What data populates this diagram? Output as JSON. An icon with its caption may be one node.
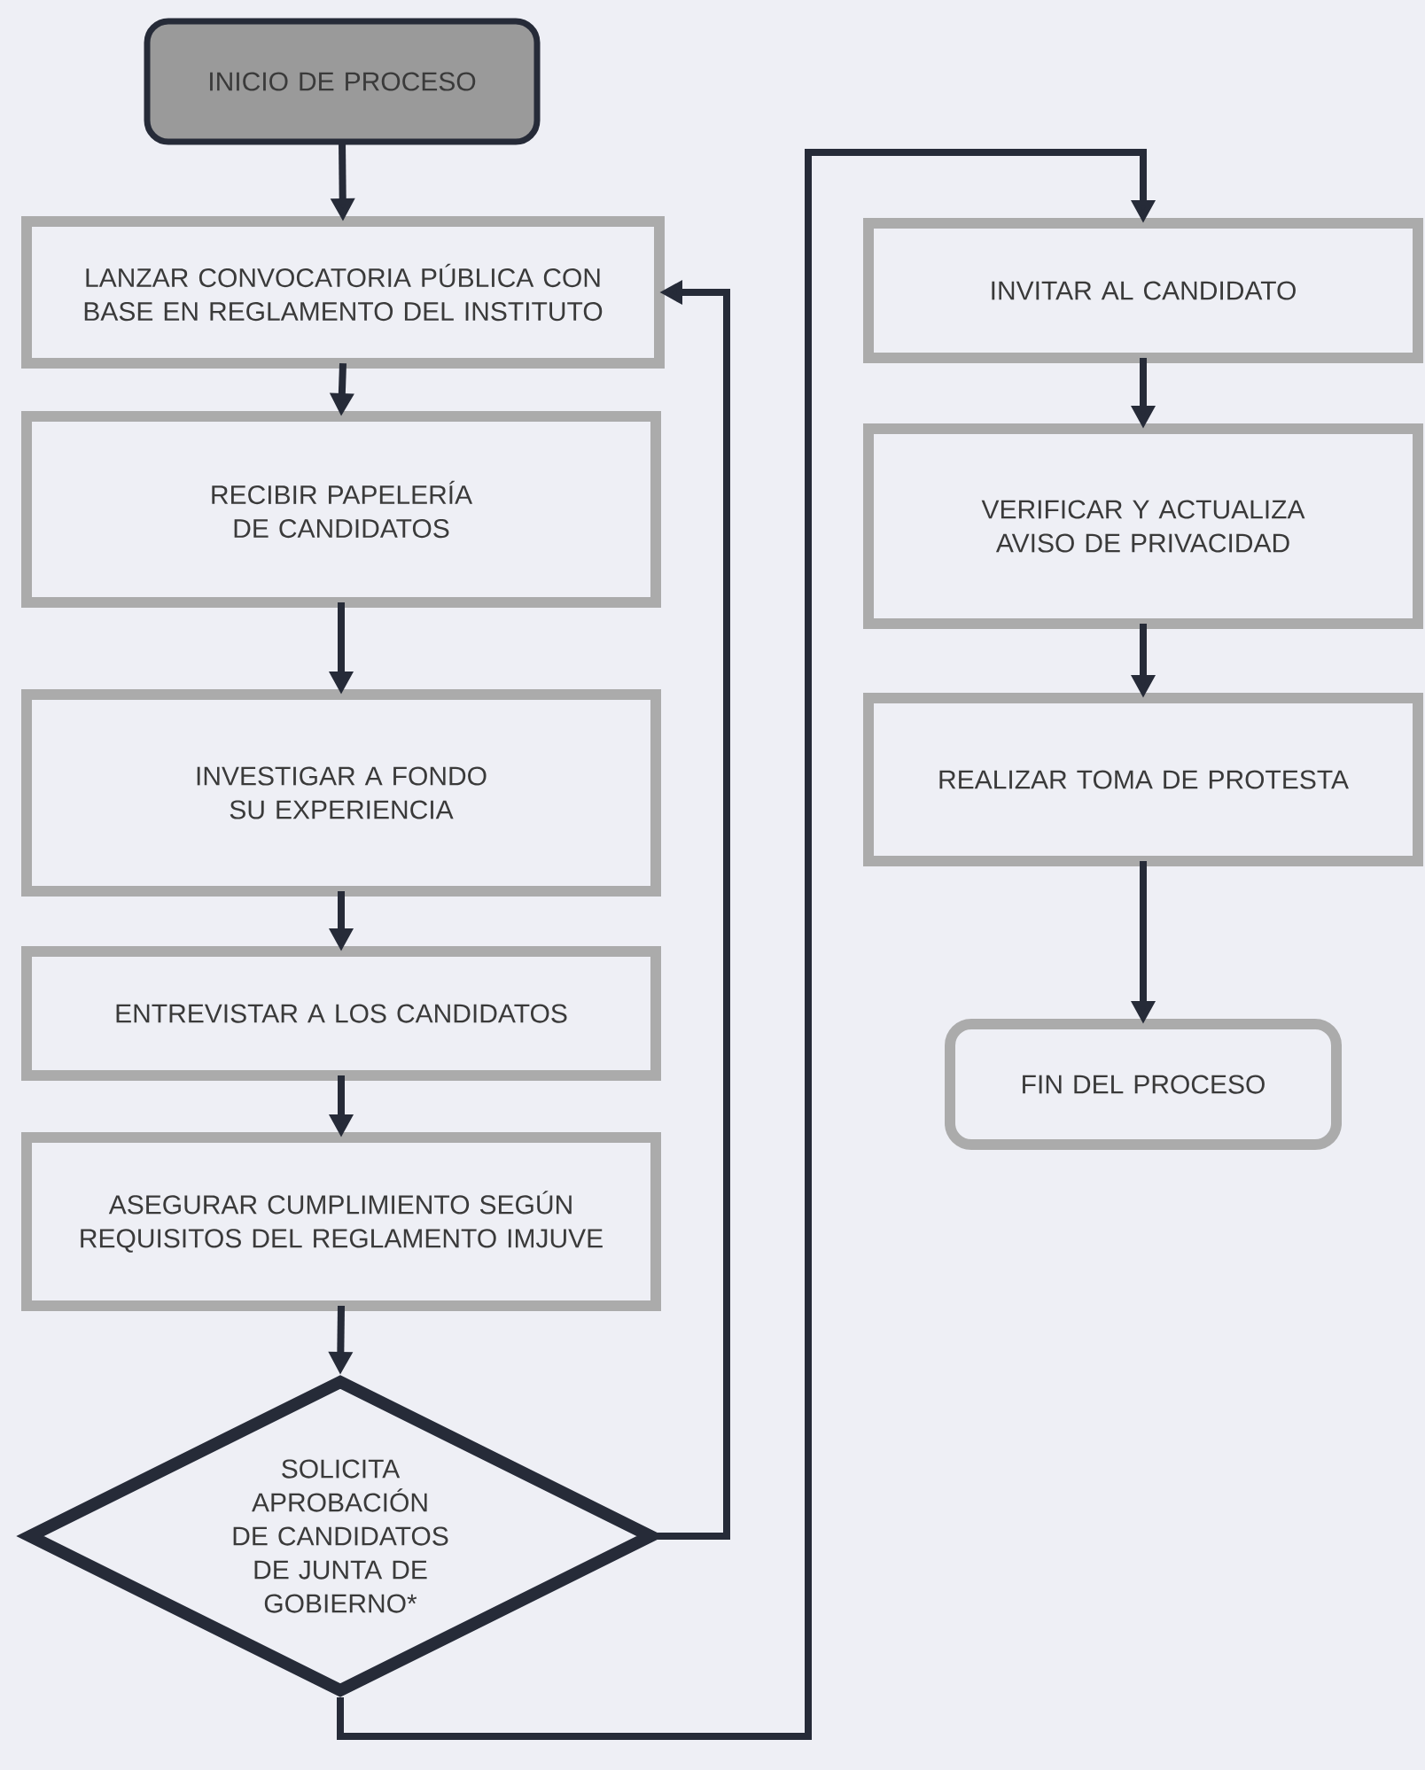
{
  "diagram": {
    "nodes": [
      {
        "text": [
          "INICIO DE PROCESO"
        ]
      },
      {
        "text": [
          "LANZAR CONVOCATORIA PÚBLICA CON BASE EN REGLAMENTO DEL INSTITUTO"
        ]
      },
      {
        "text": [
          "RECIBIR PAPELERÍA DE CANDIDATOS"
        ]
      },
      {
        "text": [
          "INVESTIGAR A FONDO SU EXPERIENCIA"
        ]
      },
      {
        "text": [
          "ENTREVISTAR A LOS CANDIDATOS"
        ]
      },
      {
        "text": [
          "ASEGURAR CUMPLIMIENTO SEGÚN REQUISITOS DEL REGLAMENTO IMJUVE"
        ]
      },
      {
        "text": [
          "SOLICITA APROBACIÓN DE CANDIDATOS DE JUNTA DE GOBIERNO*"
        ]
      },
      {
        "text": [
          "INVITAR AL CANDIDATO"
        ]
      },
      {
        "text": [
          "VERIFICAR Y ACTUALIZA AVISO DE PRIVACIDAD"
        ]
      },
      {
        "text": [
          "REALIZAR TOMA DE PROTESTA"
        ]
      },
      {
        "text": [
          "FIN DEL PROCESO"
        ]
      }
    ],
    "edges": [
      {
        "from": 0,
        "to": 1,
        "arrow": "to"
      },
      {
        "from": 1,
        "to": 2,
        "arrow": "to"
      },
      {
        "from": 2,
        "to": 3,
        "arrow": "to"
      },
      {
        "from": 3,
        "to": 4,
        "arrow": "to"
      },
      {
        "from": 4,
        "to": 5,
        "arrow": "to"
      },
      {
        "from": 5,
        "to": 6,
        "arrow": "to"
      },
      {
        "from": 6,
        "to": 1,
        "arrow": "to"
      },
      {
        "from": 6,
        "to": 7,
        "arrow": "to"
      },
      {
        "from": 7,
        "to": 8,
        "arrow": "to"
      },
      {
        "from": 8,
        "to": 9,
        "arrow": "to"
      },
      {
        "from": 9,
        "to": 10,
        "arrow": "to"
      }
    ]
  }
}
